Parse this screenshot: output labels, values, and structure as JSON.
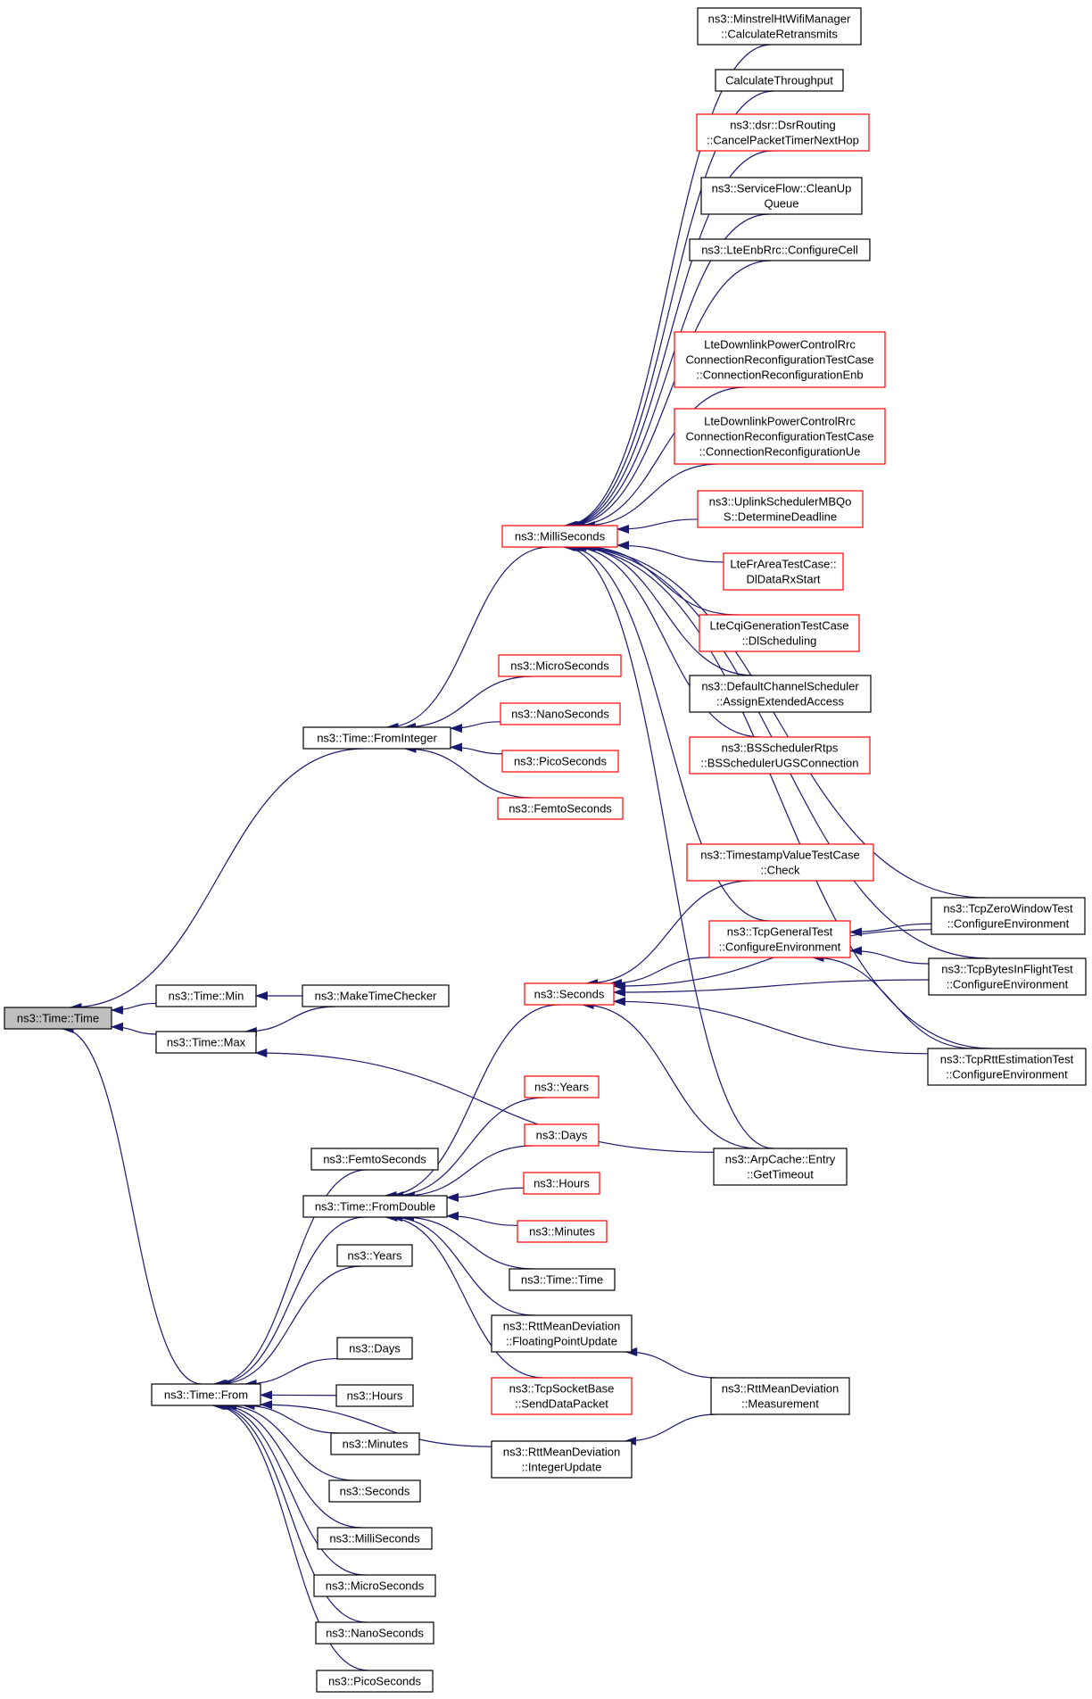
{
  "colors": {
    "edge": "#191970",
    "border_default": "#000000",
    "border_incomplete": "#ff0000",
    "fill_root": "#bfbfbf",
    "fill_node": "#ffffff"
  },
  "nodes": [
    {
      "id": "root",
      "label": "ns3::Time::Time",
      "style": "root"
    },
    {
      "id": "fromint",
      "label": "ns3::Time::FromInteger",
      "style": "black"
    },
    {
      "id": "min",
      "label": "ns3::Time::Min",
      "style": "black"
    },
    {
      "id": "max",
      "label": "ns3::Time::Max",
      "style": "black"
    },
    {
      "id": "makechk",
      "label": "ns3::MakeTimeChecker",
      "style": "black"
    },
    {
      "id": "from",
      "label": "ns3::Time::From",
      "style": "black"
    },
    {
      "id": "millisec",
      "label": "ns3::MilliSeconds",
      "style": "red"
    },
    {
      "id": "microsec",
      "label": "ns3::MicroSeconds",
      "style": "red"
    },
    {
      "id": "nanosec",
      "label": "ns3::NanoSeconds",
      "style": "red"
    },
    {
      "id": "picosec",
      "label": "ns3::PicoSeconds",
      "style": "red"
    },
    {
      "id": "femtosec",
      "label": "ns3::FemtoSeconds",
      "style": "red"
    },
    {
      "id": "minstrel",
      "label": "ns3::MinstrelHtWifiManager\n::CalculateRetransmits",
      "style": "black"
    },
    {
      "id": "calcthr",
      "label": "CalculateThroughput",
      "style": "black"
    },
    {
      "id": "dsr",
      "label": "ns3::dsr::DsrRouting\n::CancelPacketTimerNextHop",
      "style": "red"
    },
    {
      "id": "sflow",
      "label": "ns3::ServiceFlow::CleanUp\nQueue",
      "style": "black"
    },
    {
      "id": "lteenb",
      "label": "ns3::LteEnbRrc::ConfigureCell",
      "style": "black"
    },
    {
      "id": "ltedlenb",
      "label": "LteDownlinkPowerControlRrc\nConnectionReconfigurationTestCase\n::ConnectionReconfigurationEnb",
      "style": "red"
    },
    {
      "id": "ltedlue",
      "label": "LteDownlinkPowerControlRrc\nConnectionReconfigurationTestCase\n::ConnectionReconfigurationUe",
      "style": "red"
    },
    {
      "id": "uplink",
      "label": "ns3::UplinkSchedulerMBQo\nS::DetermineDeadline",
      "style": "red"
    },
    {
      "id": "ltefr",
      "label": "LteFrAreaTestCase::\nDlDataRxStart",
      "style": "red"
    },
    {
      "id": "ltecqi",
      "label": "LteCqiGenerationTestCase\n::DlScheduling",
      "style": "red"
    },
    {
      "id": "defchan",
      "label": "ns3::DefaultChannelScheduler\n::AssignExtendedAccess",
      "style": "black"
    },
    {
      "id": "bssched",
      "label": "ns3::BSSchedulerRtps\n::BSSchedulerUGSConnection",
      "style": "red"
    },
    {
      "id": "tsval",
      "label": "ns3::TimestampValueTestCase\n::Check",
      "style": "red"
    },
    {
      "id": "tcpgen",
      "label": "ns3::TcpGeneralTest\n::ConfigureEnvironment",
      "style": "red"
    },
    {
      "id": "seconds",
      "label": "ns3::Seconds",
      "style": "red"
    },
    {
      "id": "tcpzero",
      "label": "ns3::TcpZeroWindowTest\n::ConfigureEnvironment",
      "style": "black"
    },
    {
      "id": "tcpbytes",
      "label": "ns3::TcpBytesInFlightTest\n::ConfigureEnvironment",
      "style": "black"
    },
    {
      "id": "tcprtt",
      "label": "ns3::TcpRttEstimationTest\n::ConfigureEnvironment",
      "style": "black"
    },
    {
      "id": "arpcache",
      "label": "ns3::ArpCache::Entry\n::GetTimeout",
      "style": "black"
    },
    {
      "id": "years_r",
      "label": "ns3::Years",
      "style": "red"
    },
    {
      "id": "days_r",
      "label": "ns3::Days",
      "style": "red"
    },
    {
      "id": "hours_r",
      "label": "ns3::Hours",
      "style": "red"
    },
    {
      "id": "minutes_r",
      "label": "ns3::Minutes",
      "style": "red"
    },
    {
      "id": "timetime2",
      "label": "ns3::Time::Time",
      "style": "black"
    },
    {
      "id": "rttfp",
      "label": "ns3::RttMeanDeviation\n::FloatingPointUpdate",
      "style": "black"
    },
    {
      "id": "tcpsock",
      "label": "ns3::TcpSocketBase\n::SendDataPacket",
      "style": "red"
    },
    {
      "id": "rttint",
      "label": "ns3::RttMeanDeviation\n::IntegerUpdate",
      "style": "black"
    },
    {
      "id": "rttmeas",
      "label": "ns3::RttMeanDeviation\n::Measurement",
      "style": "black"
    },
    {
      "id": "fromdbl",
      "label": "ns3::Time::FromDouble",
      "style": "black"
    },
    {
      "id": "b_femto",
      "label": "ns3::FemtoSeconds",
      "style": "black"
    },
    {
      "id": "b_years",
      "label": "ns3::Years",
      "style": "black"
    },
    {
      "id": "b_days",
      "label": "ns3::Days",
      "style": "black"
    },
    {
      "id": "b_hours",
      "label": "ns3::Hours",
      "style": "black"
    },
    {
      "id": "b_minutes",
      "label": "ns3::Minutes",
      "style": "black"
    },
    {
      "id": "b_seconds",
      "label": "ns3::Seconds",
      "style": "black"
    },
    {
      "id": "b_milli",
      "label": "ns3::MilliSeconds",
      "style": "black"
    },
    {
      "id": "b_micro",
      "label": "ns3::MicroSeconds",
      "style": "black"
    },
    {
      "id": "b_nano",
      "label": "ns3::NanoSeconds",
      "style": "black"
    },
    {
      "id": "b_pico",
      "label": "ns3::PicoSeconds",
      "style": "black"
    }
  ],
  "edges": [
    [
      "root",
      "fromint"
    ],
    [
      "root",
      "min"
    ],
    [
      "root",
      "max"
    ],
    [
      "root",
      "from"
    ],
    [
      "min",
      "makechk"
    ],
    [
      "max",
      "makechk"
    ],
    [
      "max",
      "arpcache"
    ],
    [
      "fromint",
      "millisec"
    ],
    [
      "fromint",
      "microsec"
    ],
    [
      "fromint",
      "nanosec"
    ],
    [
      "fromint",
      "picosec"
    ],
    [
      "fromint",
      "femtosec"
    ],
    [
      "millisec",
      "minstrel"
    ],
    [
      "millisec",
      "calcthr"
    ],
    [
      "millisec",
      "dsr"
    ],
    [
      "millisec",
      "sflow"
    ],
    [
      "millisec",
      "lteenb"
    ],
    [
      "millisec",
      "tcpzero"
    ],
    [
      "millisec",
      "ltedlenb"
    ],
    [
      "millisec",
      "ltedlue"
    ],
    [
      "millisec",
      "uplink"
    ],
    [
      "millisec",
      "ltefr"
    ],
    [
      "millisec",
      "ltecqi"
    ],
    [
      "millisec",
      "defchan"
    ],
    [
      "millisec",
      "bssched"
    ],
    [
      "millisec",
      "tcpbytes"
    ],
    [
      "millisec",
      "tcpgen"
    ],
    [
      "millisec",
      "tcprtt"
    ],
    [
      "millisec",
      "arpcache"
    ],
    [
      "seconds",
      "tsval"
    ],
    [
      "seconds",
      "tcpzero"
    ],
    [
      "seconds",
      "tcpgen"
    ],
    [
      "seconds",
      "tcpbytes"
    ],
    [
      "seconds",
      "tcprtt"
    ],
    [
      "seconds",
      "arpcache"
    ],
    [
      "tcpgen",
      "tcpzero"
    ],
    [
      "tcpgen",
      "tcpbytes"
    ],
    [
      "tcpgen",
      "tcprtt"
    ],
    [
      "fromdbl",
      "seconds"
    ],
    [
      "fromdbl",
      "years_r"
    ],
    [
      "fromdbl",
      "days_r"
    ],
    [
      "fromdbl",
      "hours_r"
    ],
    [
      "fromdbl",
      "minutes_r"
    ],
    [
      "fromdbl",
      "timetime2"
    ],
    [
      "fromdbl",
      "rttfp"
    ],
    [
      "fromdbl",
      "tcpsock"
    ],
    [
      "rttfp",
      "rttmeas"
    ],
    [
      "rttint",
      "rttmeas"
    ],
    [
      "from",
      "b_femto"
    ],
    [
      "from",
      "fromdbl"
    ],
    [
      "from",
      "b_years"
    ],
    [
      "from",
      "rttint"
    ],
    [
      "from",
      "b_days"
    ],
    [
      "from",
      "b_hours"
    ],
    [
      "from",
      "b_minutes"
    ],
    [
      "from",
      "b_seconds"
    ],
    [
      "from",
      "b_milli"
    ],
    [
      "from",
      "b_micro"
    ],
    [
      "from",
      "b_nano"
    ],
    [
      "from",
      "b_pico"
    ]
  ]
}
